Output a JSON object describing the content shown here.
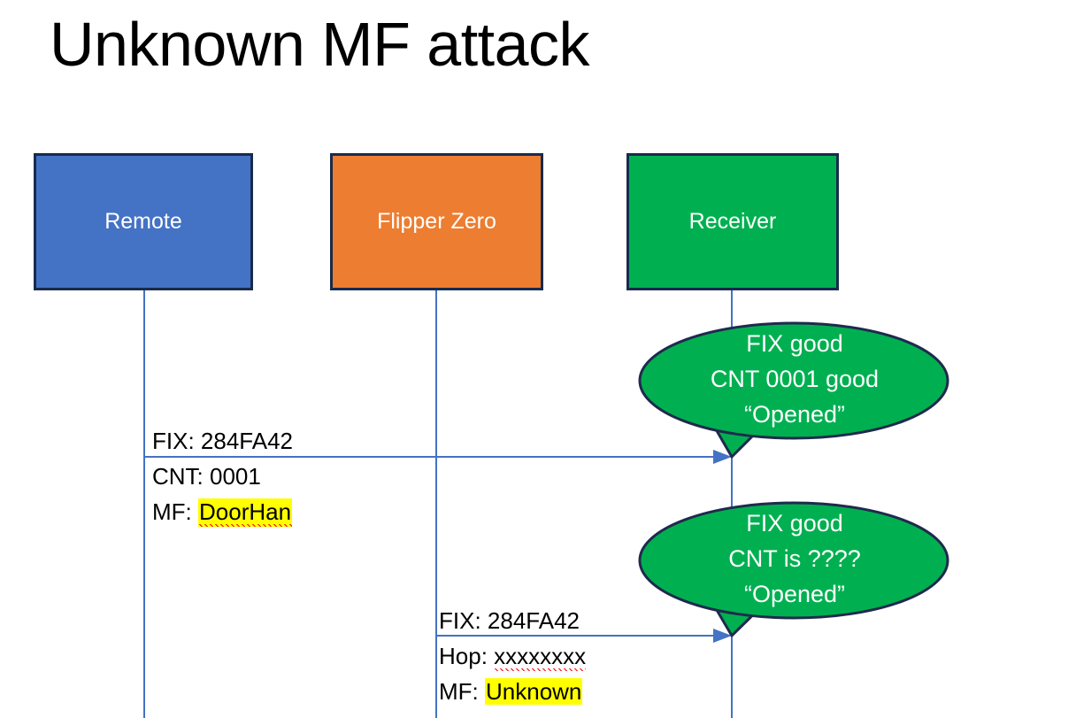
{
  "title": "Unknown MF attack",
  "colors": {
    "remote_fill": "#4472C4",
    "flipper_fill": "#ED7D31",
    "receiver_fill": "#00B050",
    "box_border": "#172B4D",
    "lifeline": "#4472C4",
    "bubble_fill": "#00B050",
    "bubble_border": "#1F2A4D",
    "highlight": "#FFFF00",
    "spellcheck_underline": "#FF0000",
    "text_on_fill": "#FFFFFF",
    "text_body": "#000000"
  },
  "actors": [
    {
      "id": "remote",
      "label": "Remote"
    },
    {
      "id": "flipper",
      "label": "Flipper Zero"
    },
    {
      "id": "receiver",
      "label": "Receiver"
    }
  ],
  "messages": [
    {
      "id": "msg1",
      "from": "remote",
      "to": "receiver",
      "line1": "FIX: 284FA42",
      "line2": "CNT: 0001",
      "line3_prefix": "MF: ",
      "line3_value": "DoorHan",
      "line3_highlighted": true,
      "line3_misspelled": true
    },
    {
      "id": "msg2",
      "from": "flipper",
      "to": "receiver",
      "line1": "FIX: 284FA42",
      "line2_prefix": "Hop: ",
      "line2_value": "xxxxxxxx",
      "line2_misspelled": true,
      "line3_prefix": "MF: ",
      "line3_value": "Unknown",
      "line3_highlighted": true
    }
  ],
  "bubbles": [
    {
      "id": "bubble1",
      "line1": "FIX good",
      "line2": "CNT 0001 good",
      "line3": "“Opened”"
    },
    {
      "id": "bubble2",
      "line1": "FIX good",
      "line2": "CNT is ????",
      "line3": "“Opened”"
    }
  ]
}
